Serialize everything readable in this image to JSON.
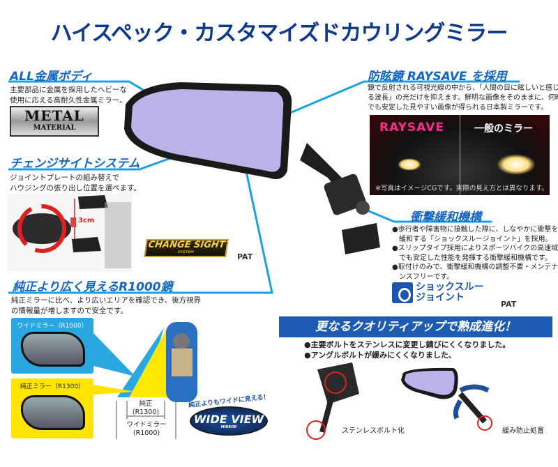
{
  "title": "ハイスペック・カスタマイズドカウリングミラー",
  "colors": {
    "title": "#0e3a8c",
    "heading": "#1464c0",
    "leader_line": "#1ba0e0",
    "banner": "#1e5cb3",
    "wide_box": "#2aa6e0",
    "stock_box": "#ffe400",
    "mirror_glass": "#b9b3ea"
  },
  "metal_body": {
    "heading": "ALL金属ボディ",
    "text": [
      "主要部品に金属を採用したヘビーな",
      "使用に応える高耐久性金属ミラー。"
    ],
    "badge": {
      "line1": "METAL",
      "line2": "MATERIAL"
    }
  },
  "change_sight": {
    "heading": "チェンジサイトシステム",
    "text": [
      "ジョイントプレートの組み替えで",
      "ハウジングの張り出し位置を選べます。"
    ],
    "offset_label": "3cm",
    "logo": {
      "main": "CHANGE SIGHT",
      "sub": "SYSTEM"
    },
    "pat": "PAT"
  },
  "wide_mirror": {
    "heading": "純正より広く見えるR1000鏡",
    "text": [
      "純正ミラーに比べ、より広いエリアを確認でき、後方視界",
      "の情報量が増しますので安全です。"
    ],
    "wide_label": "ワイドミラー（R1000）",
    "stock_label": "純正ミラー（R1300）",
    "fov_stock": [
      "純正",
      "(R1300)"
    ],
    "fov_wide": [
      "ワイドミラー",
      "(R1000)"
    ],
    "badge": {
      "tagline": "純正よりもワイドに見える！",
      "main": "WIDE VIEW",
      "sub": "MIRROR"
    }
  },
  "raysave": {
    "heading": "防眩鏡 RAYSAVE を採用",
    "text": [
      "鏡で反射される可視光線の中から、「人間の目に眩しいと感じ",
      "る波長」の光だけを抑えます。鮮明な画像をそのままに、何時",
      "でも安定した見やすい画像が得られる日本製ミラーです。"
    ],
    "image": {
      "left_label": "RAYSAVE",
      "right_label": "一般のミラー",
      "note": "※写真はイメージCGです。実際の見え方とは異なります。"
    }
  },
  "shock": {
    "heading": "衝撃緩和機構",
    "bullets": [
      [
        "●歩行者や障害物に接触した際に、しなやかに衝撃を",
        "　緩和する「ショックスルージョイント」を採用。"
      ],
      [
        "●スリップタイプ採用によりスポーツバイクの高速域",
        "　でも安定した性能を発揮する衝撃緩和機構です。"
      ],
      [
        "●取付けのみで、衝撃緩和機構の調整不要・メンテナ",
        "　ンスフリーです。"
      ]
    ],
    "logo": {
      "line1": "ショックスルー",
      "line2": "ジョイント"
    },
    "pat": "PAT"
  },
  "quality": {
    "banner": "更なるクオリティアップで熟成進化！",
    "bullets": [
      "●主要ボルトをステンレスに変更し錆びにくくなりました。",
      "●アングルボルトが緩みにくくなりました、"
    ],
    "caption_left": "ステンレスボルト化",
    "caption_right": "緩み防止処置"
  }
}
